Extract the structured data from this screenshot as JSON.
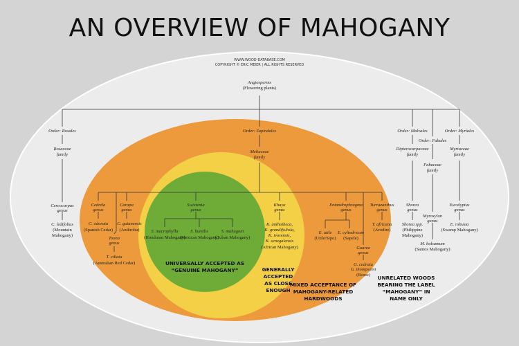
{
  "title": "AN OVERVIEW OF MAHOGANY",
  "header": {
    "site": "WWW.WOOD-DATABASE.COM",
    "copyright": "COPYRIGHT © ERIC MEIER | ALL RIGHTS RESERVED"
  },
  "root": {
    "name": "Angiosperms",
    "sub": "(Flowering plants)"
  },
  "orders": {
    "rosales": "Order: Rosales",
    "sapindales": "Order: Sapindales",
    "malvales": "Order: Malvales",
    "fabales": "Order: Fabales",
    "myrtales": "Order: Myrtales"
  },
  "families": {
    "rosaceae": [
      "Rosaceae",
      "family"
    ],
    "meliaceae": [
      "Meliaceae",
      "family"
    ],
    "dipterocarpaceae": [
      "Dipterocarpaceae",
      "family"
    ],
    "fabaceae": [
      "Fabaceae",
      "family"
    ],
    "myrtaceae": [
      "Myrtaceae",
      "family"
    ]
  },
  "genera": {
    "cercocarpus": [
      "Cercocarpus",
      "genus"
    ],
    "cedrela": [
      "Cedrela",
      "genus"
    ],
    "carapa": [
      "Carapa",
      "genus"
    ],
    "toona": [
      "Toona",
      "genus"
    ],
    "swietenia": [
      "Swietenia",
      "genus"
    ],
    "khaya": [
      "Khaya",
      "genus"
    ],
    "entandrophragma": [
      "Entandrophragma",
      "genus"
    ],
    "turraeanthus": [
      "Turraeanthus",
      "genus"
    ],
    "guarea": [
      "Guarea",
      "genus"
    ],
    "shorea": [
      "Shorea",
      "genus"
    ],
    "myroxylon": [
      "Myroxylon",
      "genus"
    ],
    "eucalyptus": [
      "Eucalyptus",
      "genus"
    ]
  },
  "species": {
    "c_ledifolius": [
      "C. ledifolius",
      "(Mountain",
      "Mahogany)"
    ],
    "c_odorata": [
      "C. odorata",
      "(Spanish Cedar)"
    ],
    "c_guianensis": [
      "C. guianensis",
      "(Andiroba)"
    ],
    "t_ciliata": [
      "T. ciliata",
      "(Australian Red Cedar)"
    ],
    "s_macrophylla": [
      "S. macrophylla",
      "(Honduran Mahogany)"
    ],
    "s_humilis": [
      "S. humilis",
      "(Mexican Mahogany)"
    ],
    "s_mahagoni": [
      "S. mahagoni",
      "(Cuban Mahogany)"
    ],
    "khaya_spp": [
      "K. anthotheca,",
      "K. grandifoliola,",
      "K. ivorensis,",
      "K. senegalensis",
      "(African Mahogany)"
    ],
    "e_utile": [
      "E. utile",
      "(Utile/Sipo)"
    ],
    "e_cylindricum": [
      "E. cylindricum",
      "(Sapele)"
    ],
    "t_africana": [
      "T. africana",
      "(Avodire)"
    ],
    "guarea_spp": [
      "G. cedrata",
      "G. thompsonii",
      "(Bosse)"
    ],
    "shorea_spp": [
      "Shorea spp.",
      "(Philippine",
      "Mahogany)"
    ],
    "m_balsamum": [
      "M. balsamum",
      "(Santos Mahogany)"
    ],
    "e_robusta": [
      "E. robusta",
      "(Swamp Mahogany)"
    ]
  },
  "zones": {
    "genuine": [
      "UNIVERSALLY ACCEPTED AS",
      "“GENUINE MAHOGANY”"
    ],
    "close": [
      "GENERALLY",
      "ACCEPTED",
      "AS CLOSE",
      "ENOUGH"
    ],
    "mixed": [
      "MIXED ACCEPTANCE OF",
      "MAHOGANY-RELATED",
      "HARDWOODS"
    ],
    "unrelated": [
      "UNRELATED WOODS",
      "BEARING THE LABEL",
      "“MAHOGANY” IN",
      "NAME ONLY"
    ]
  },
  "colors": {
    "background": "#d4d4d4",
    "outer_ellipse": "#ececec",
    "mixed_zone": "#ec9a3c",
    "close_zone": "#f4d046",
    "genuine_zone": "#6fac37"
  }
}
